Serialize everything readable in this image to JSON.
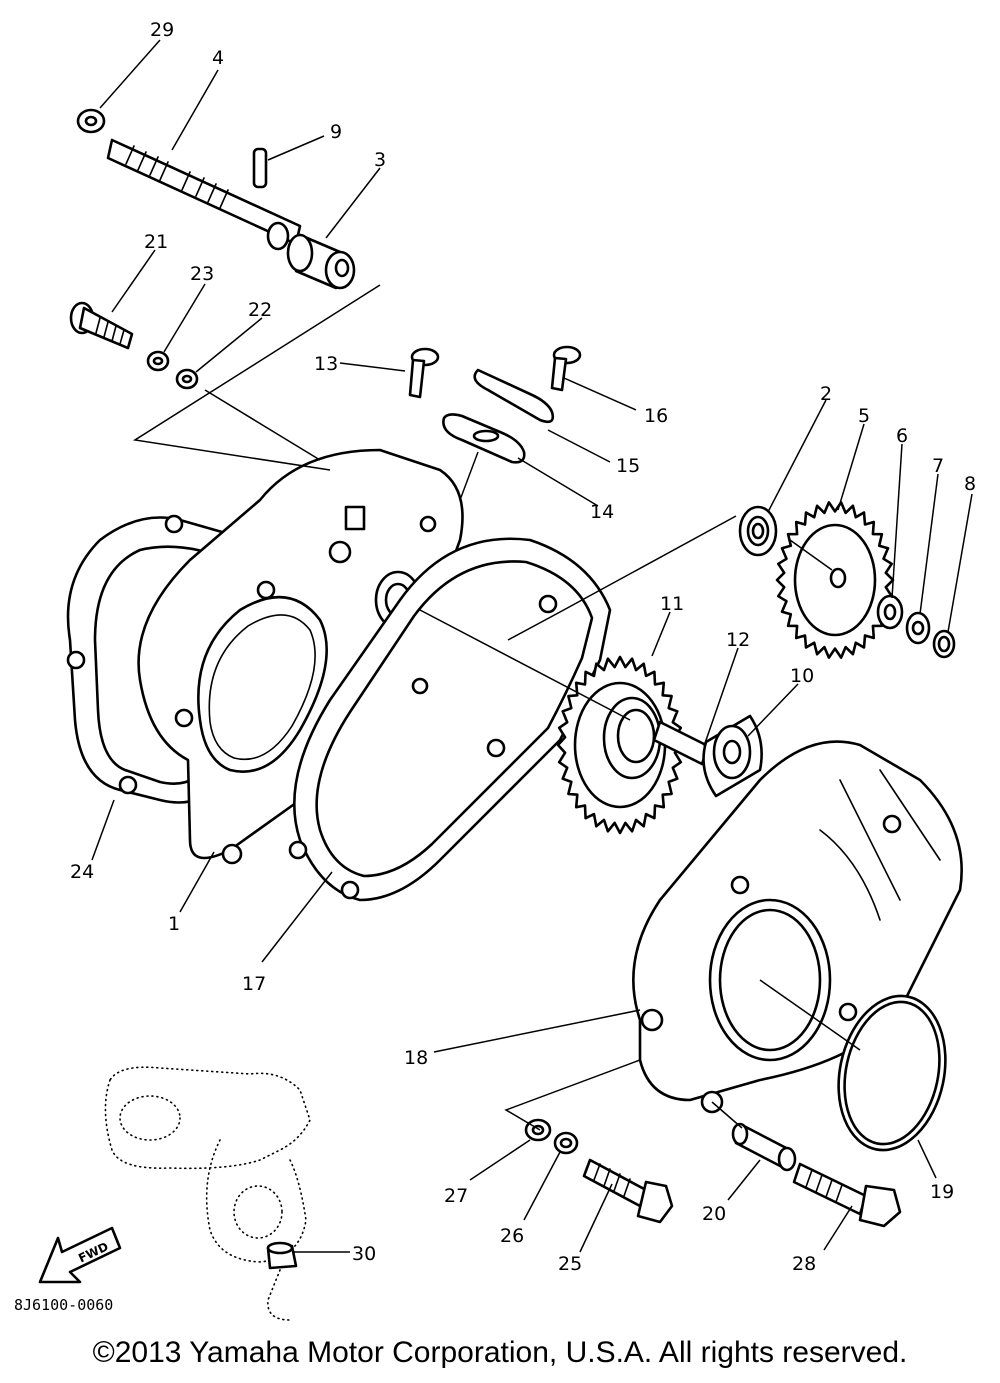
{
  "diagram": {
    "part_numbers": [
      "1",
      "2",
      "3",
      "4",
      "5",
      "6",
      "7",
      "8",
      "9",
      "10",
      "11",
      "12",
      "13",
      "14",
      "15",
      "16",
      "17",
      "18",
      "19",
      "20",
      "21",
      "22",
      "23",
      "24",
      "25",
      "26",
      "27",
      "28",
      "29",
      "30"
    ],
    "direction_arrow_label": "FWD",
    "drawing_code": "8J6100-0060"
  },
  "footer": {
    "copyright": "©2013 Yamaha Motor Corporation, U.S.A. All rights reserved."
  }
}
